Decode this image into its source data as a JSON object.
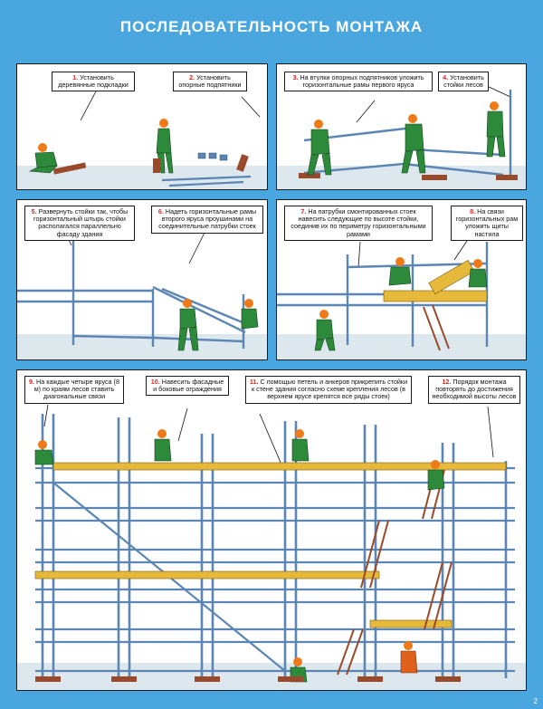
{
  "title": "ПОСЛЕДОВАТЕЛЬНОСТЬ МОНТАЖА",
  "steps": [
    {
      "num": "1.",
      "text": "Установить деревянные подкладки"
    },
    {
      "num": "2.",
      "text": "Установить опорные подпятники"
    },
    {
      "num": "3.",
      "text": "На втулки опорных подпятников уложить горизонтальные рамы первого яруса"
    },
    {
      "num": "4.",
      "text": "Установить стойки лесов"
    },
    {
      "num": "5.",
      "text": "Развернуть стойки так, чтобы горизонтальный штырь стойки располагался параллельно фасаду здания"
    },
    {
      "num": "6.",
      "text": "Надеть горизонтальные рамы второго яруса проушинами на соединительные патрубки стоек"
    },
    {
      "num": "7.",
      "text": "На патрубки смонтированных стоек навесить следующие по высоте стойки, соединив их по периметру горизонтальными рамами"
    },
    {
      "num": "8.",
      "text": "На связи горизонтальных рам уложить щиты настила"
    },
    {
      "num": "9.",
      "text": "На каждые четыре яруса (8 м) по краям лесов ставить диагональные связи"
    },
    {
      "num": "10.",
      "text": "Навесить фасадные и боковые ограждения"
    },
    {
      "num": "11.",
      "text": "С помощью петель и анкеров прикрепить стойки к стене здания согласно схеме крепления лесов (в верхнем ярусе крепятся все ряды стоек)"
    },
    {
      "num": "12.",
      "text": "Порядок монтажа повторять до достижения необходимой высоты лесов"
    }
  ],
  "page_number": "2",
  "colors": {
    "background": "#4aa6de",
    "pipe": "#5b86b3",
    "plank": "#e6b93a",
    "worker": "#2d8a3a",
    "helmet": "#f07a18",
    "wood": "#9a4a2a",
    "step_number": "#e0231c"
  }
}
